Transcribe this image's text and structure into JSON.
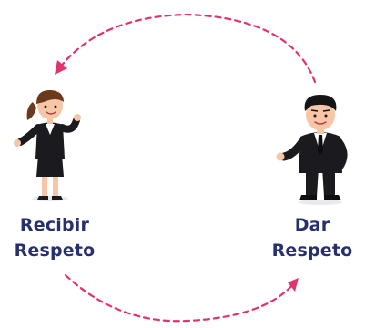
{
  "left_person": {
    "line1": "Recibir",
    "line2": "Respeto",
    "figure_icon": "businesswoman-icon"
  },
  "right_person": {
    "line1": "Dar",
    "line2": "Respeto",
    "figure_icon": "businessman-icon"
  },
  "arrows": {
    "color": "#e0336e",
    "top_arrow_icon": "arrow-left-icon",
    "bottom_arrow_icon": "arrow-right-icon"
  },
  "colors": {
    "label": "#27306e",
    "suit": "#1b1b1f",
    "skin": "#f6c6a6",
    "hair_woman": "#6b3a1c",
    "hair_man": "#151515"
  }
}
